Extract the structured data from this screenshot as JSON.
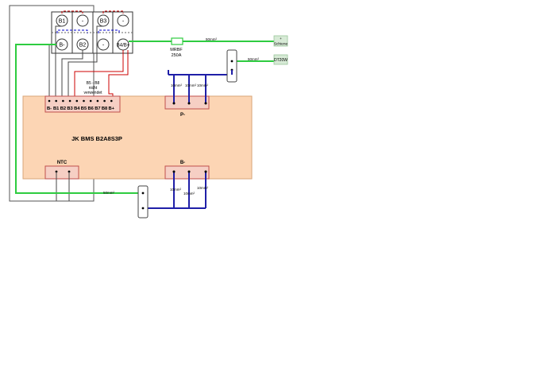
{
  "diagram": {
    "batteries": {
      "top_row": [
        "B1",
        "-",
        "B3",
        "-"
      ],
      "bottom_row": [
        "B-",
        "B2",
        "-",
        "B4/B+"
      ]
    },
    "fuse": {
      "name": "MRBF",
      "rating": "250A"
    },
    "cables": {
      "to_busbar": "50mm²",
      "to_dt20w": "50mm²",
      "ground": "50mm²",
      "p_wire_1": "10mm²",
      "p_wire_2": "10mm²",
      "p_wire_3": "10mm²",
      "b_wire_1": "10mm²",
      "b_wire_2": "10mm²",
      "b_wire_3": "10mm²"
    },
    "busbar": {
      "sign": "+",
      "label": "Schiene"
    },
    "dt20w_label": "DT20W",
    "bms": {
      "title": "JK BMS B2A8S3P",
      "balance_pins": [
        "B-",
        "B1",
        "B2",
        "B3",
        "B4",
        "B5",
        "B6",
        "B7",
        "B8",
        "B+"
      ],
      "note_line1": "B5 - B8",
      "note_line2": "nicht",
      "note_line3": "verwendet",
      "p_label": "P-",
      "b_label": "B-",
      "ntc_label": "NTC"
    }
  }
}
